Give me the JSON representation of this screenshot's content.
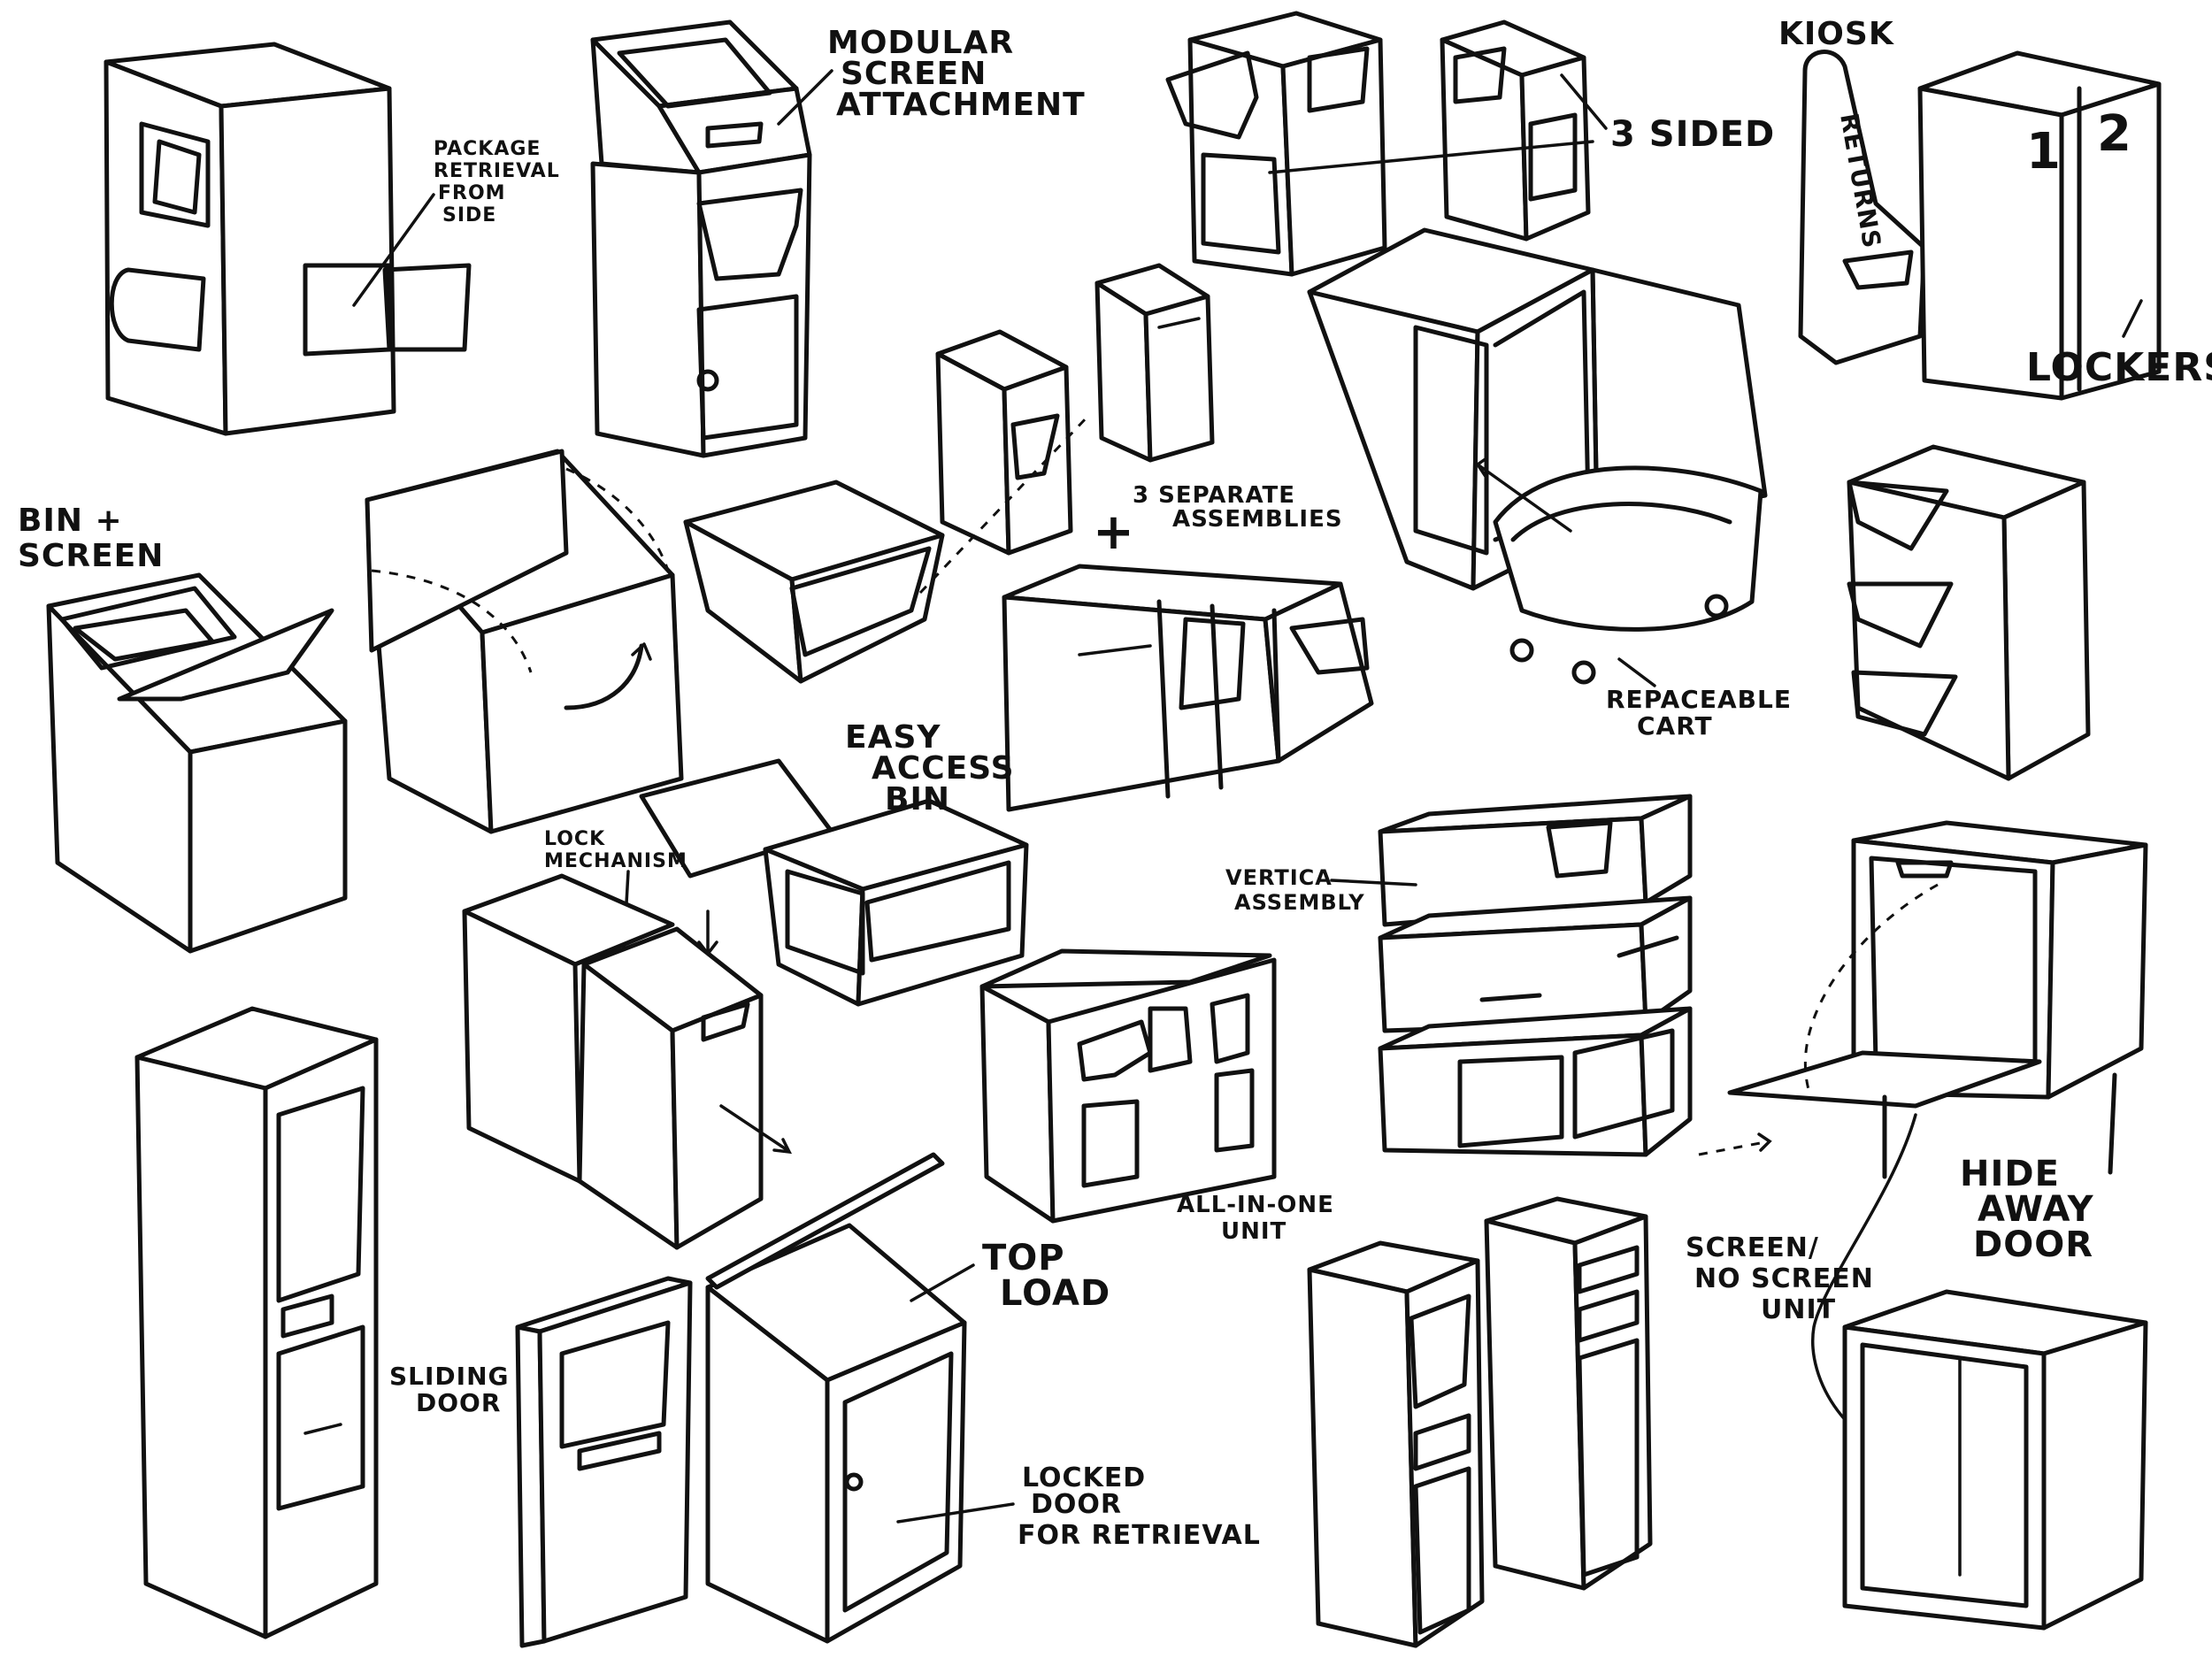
{
  "labels": {
    "package_retrieval": [
      "PACKAGE",
      "RETRIEVAL",
      "FROM",
      "SIDE"
    ],
    "modular_screen": [
      "MODULAR",
      "SCREEN",
      "ATTACHMENT"
    ],
    "three_sided": "3 SIDED",
    "kiosk": "KIOSK",
    "returns": "RETURNS",
    "locker_1": "1",
    "locker_2": "2",
    "lockers": "LOCKERS",
    "bin_screen": [
      "BIN +",
      "SCREEN"
    ],
    "three_separate": [
      "3 SEPARATE",
      "ASSEMBLIES"
    ],
    "plus": "+",
    "replaceable_cart": [
      "REPACEABLE",
      "CART"
    ],
    "easy_access": [
      "EASY",
      "ACCESS",
      "BIN"
    ],
    "lock_mechanism": [
      "LOCK",
      "MECHANISM"
    ],
    "vertical_assembly": [
      "VERTICA",
      "ASSEMBLY"
    ],
    "all_in_one": [
      "ALL-IN-ONE",
      "UNIT"
    ],
    "sliding_door": [
      "SLIDING",
      "DOOR"
    ],
    "top_load": [
      "TOP",
      "LOAD"
    ],
    "locked_door": [
      "LOCKED",
      "DOOR",
      "FOR RETRIEVAL"
    ],
    "screen_no_screen": [
      "SCREEN/",
      "NO SCREEN",
      "UNIT"
    ],
    "hide_away": [
      "HIDE",
      "AWAY",
      "DOOR"
    ]
  }
}
